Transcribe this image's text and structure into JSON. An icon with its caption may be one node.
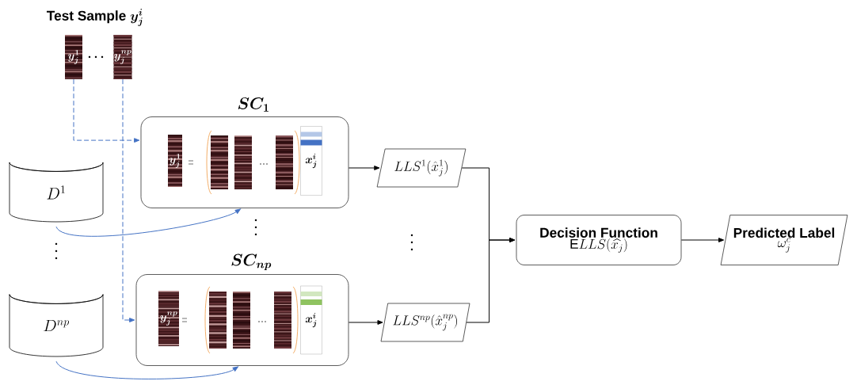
{
  "diagram": {
    "title": "\\textbf{Test Sample}\\ \\boldsymbol{y_j^i}",
    "nodes": [
      {
        "text": [
          "\\boldsymbol{y_j^1}"
        ]
      },
      {
        "text": [
          "\\boldsymbol{y_j^{np}}"
        ]
      },
      {
        "text": [
          "\\boldsymbol{SC_1}"
        ]
      },
      {
        "text": [
          "\\boldsymbol{y_j^1}"
        ],
        "in": 2
      },
      {
        "text": [
          "\\boldsymbol{x_j^i}"
        ],
        "in": 2
      },
      {
        "text": [
          "\\boldsymbol{SC_{np}}"
        ]
      },
      {
        "text": [
          "\\boldsymbol{y_j^{np}}"
        ],
        "in": 5
      },
      {
        "text": [
          "\\boldsymbol{x_j^i}"
        ],
        "in": 5
      },
      {
        "text": [
          "D^1"
        ]
      },
      {
        "text": [
          "D^{np}"
        ]
      },
      {
        "text": [
          "LLS^1(\\hat{x}_j^1)"
        ]
      },
      {
        "text": [
          "LLS^{np}(\\hat{x}_j^{np})"
        ]
      },
      {
        "text": [
          "Decision Function",
          "\\mathrm{E}LLS(\\widehat{x_j})"
        ]
      },
      {
        "text": [
          "Predicted Label",
          "\\omega_j^c"
        ]
      }
    ],
    "edges": [
      {
        "from": 0,
        "to": 2,
        "arrow": "to",
        "style": "dashed",
        "color": "#4472c4"
      },
      {
        "from": 1,
        "to": 5,
        "arrow": "to",
        "style": "dashed",
        "color": "#4472c4"
      },
      {
        "from": 8,
        "to": 2,
        "arrow": "to",
        "color": "#4472c4"
      },
      {
        "from": 9,
        "to": 5,
        "arrow": "to",
        "color": "#4472c4"
      },
      {
        "from": 2,
        "to": 10,
        "arrow": "to"
      },
      {
        "from": 5,
        "to": 11,
        "arrow": "to"
      },
      {
        "from": 10,
        "to": 12,
        "arrow": "to"
      },
      {
        "from": 11,
        "to": 12,
        "arrow": "to"
      },
      {
        "from": 12,
        "to": 13,
        "arrow": "to"
      }
    ]
  }
}
